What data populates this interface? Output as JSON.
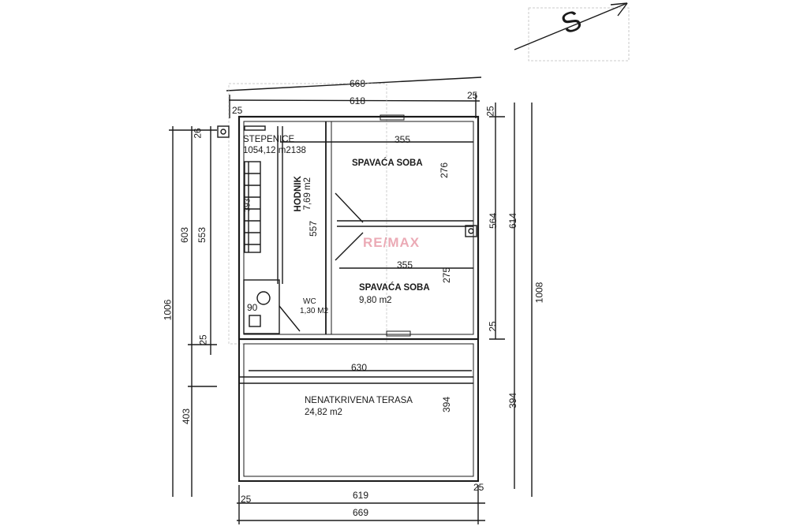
{
  "compass": {
    "letter": "S"
  },
  "watermark": {
    "brand": "RE/MAX",
    "colors": {
      "red": "#c8102e",
      "blue": "#1d4e9e"
    }
  },
  "dimensions": {
    "top_total": "668",
    "top_inner": "618",
    "top_left_wall": "25",
    "top_right_wall": "25",
    "left_26": "26",
    "left_603": "603",
    "left_553": "553",
    "left_1006": "1006",
    "left_25": "25",
    "left_403": "403",
    "right_25_top": "25",
    "right_564": "564",
    "right_614": "614",
    "right_1008": "1008",
    "right_25_mid": "25",
    "right_394": "394",
    "room1_355": "355",
    "room1_276": "276",
    "room2_355": "355",
    "room2_275": "275",
    "hall_557": "557",
    "stair_393": "393",
    "wc_90": "90",
    "terrace_630": "630",
    "terrace_394": "394",
    "bottom_inner": "619",
    "bottom_total": "669",
    "bottom_left_wall": "25",
    "bottom_right_wall": "25"
  },
  "rooms": {
    "stairs": {
      "name": "STEPENICE",
      "area": "1054,12 m2138"
    },
    "hall": {
      "name": "HODNIK",
      "area": "7,69 m2"
    },
    "bedroom1": {
      "name": "SPAVAĆA SOBA"
    },
    "bedroom2": {
      "name": "SPAVAĆA SOBA",
      "area": "9,80 m2"
    },
    "wc": {
      "name": "WC",
      "area": "1,30 M2"
    },
    "terrace": {
      "name": "NENATKRIVENA TERASA",
      "area": "24,82 m2"
    }
  }
}
